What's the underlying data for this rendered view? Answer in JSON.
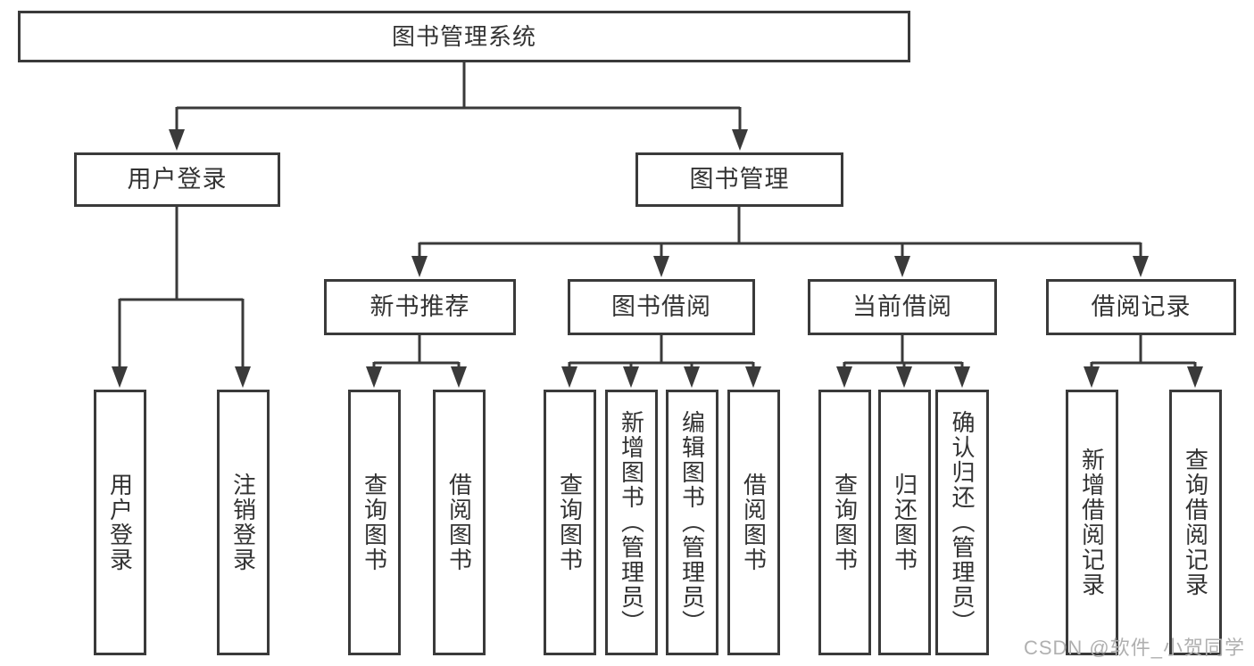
{
  "diagram": {
    "root": {
      "label": "图书管理系统"
    },
    "level2": {
      "user_login": {
        "label": "用户登录"
      },
      "book_mgmt": {
        "label": "图书管理"
      }
    },
    "level3": {
      "new_book_rec": {
        "label": "新书推荐"
      },
      "book_borrow": {
        "label": "图书借阅"
      },
      "current_borrow": {
        "label": "当前借阅"
      },
      "borrow_record": {
        "label": "借阅记录"
      }
    },
    "leaves": {
      "login": {
        "label": "用户登录",
        "parent": "用户登录"
      },
      "logout": {
        "label": "注销登录",
        "parent": "用户登录"
      },
      "rec_query": {
        "label": "查询图书",
        "parent": "新书推荐"
      },
      "rec_borrow": {
        "label": "借阅图书",
        "parent": "新书推荐"
      },
      "bb_query": {
        "label": "查询图书",
        "parent": "图书借阅"
      },
      "bb_add": {
        "label": "新增图书（管理员）",
        "parent": "图书借阅"
      },
      "bb_edit": {
        "label": "编辑图书（管理员）",
        "parent": "图书借阅"
      },
      "bb_borrow": {
        "label": "借阅图书",
        "parent": "图书借阅"
      },
      "cb_query": {
        "label": "查询图书",
        "parent": "当前借阅"
      },
      "cb_return": {
        "label": "归还图书",
        "parent": "当前借阅"
      },
      "cb_confirm": {
        "label": "确认归还（管理员）",
        "parent": "当前借阅"
      },
      "br_add": {
        "label": "新增借阅记录",
        "parent": "借阅记录"
      },
      "br_query": {
        "label": "查询借阅记录",
        "parent": "借阅记录"
      }
    }
  },
  "colors": {
    "line": "#3a3a3a",
    "text": "#333333",
    "watermark": "#b0b0b0",
    "background": "#ffffff"
  },
  "watermark": {
    "text": "CSDN @软件_小贺同学"
  }
}
